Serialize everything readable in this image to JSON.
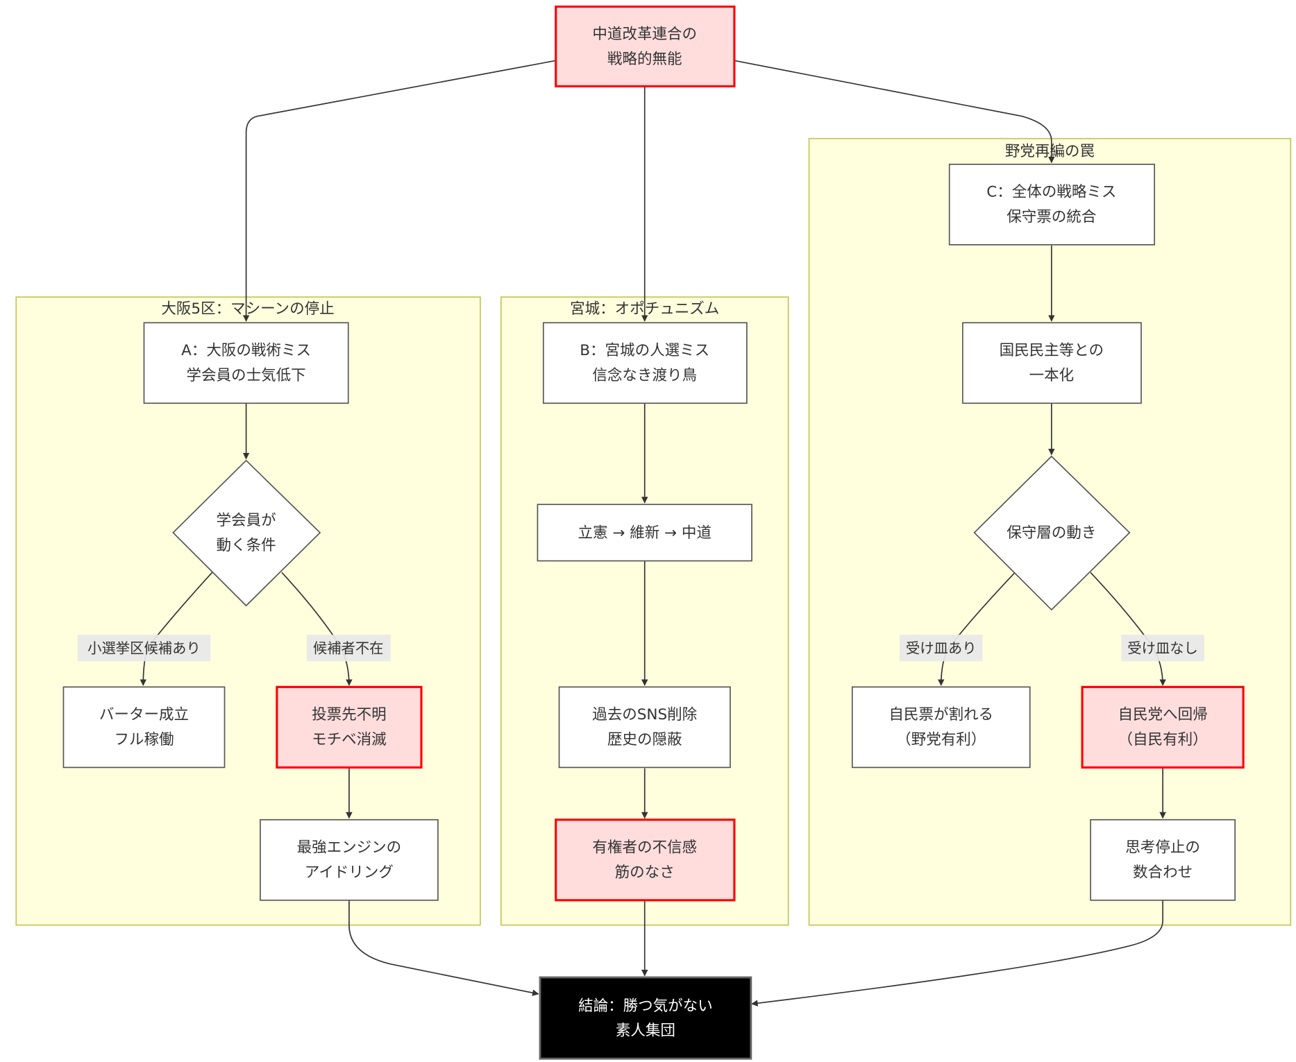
{
  "diagram": {
    "type": "flowchart",
    "colors": {
      "cluster_fill": "#ffffde",
      "cluster_stroke": "#c3c35c",
      "alert_fill": "#ffdddd",
      "alert_stroke": "#ff0000",
      "conclusion_fill": "#000000",
      "conclusion_text": "#ffffff",
      "edge_label_bg": "#e8e8e8"
    },
    "clusters": {
      "osaka": {
        "title": "大阪5区：マシーンの停止"
      },
      "miyagi": {
        "title": "宮城：オポチュニズム"
      },
      "realign": {
        "title": "野党再編の罠"
      }
    },
    "nodes": {
      "root": {
        "lines": [
          "中道改革連合の",
          "戦略的無能"
        ],
        "style": "alert"
      },
      "a": {
        "lines": [
          "A：大阪の戦術ミス",
          "学会員の士気低下"
        ],
        "style": "default"
      },
      "a_decision": {
        "lines": [
          "学会員が",
          "動く条件"
        ],
        "shape": "diamond"
      },
      "a_yes": {
        "lines": [
          "バーター成立",
          "フル稼働"
        ],
        "style": "default"
      },
      "a_no": {
        "lines": [
          "投票先不明",
          "モチベ消滅"
        ],
        "style": "alert"
      },
      "a_idle": {
        "lines": [
          "最強エンジンの",
          "アイドリング"
        ],
        "style": "default"
      },
      "b": {
        "lines": [
          "B：宮城の人選ミス",
          "信念なき渡り鳥"
        ],
        "style": "default"
      },
      "b_path": {
        "lines": [
          "立憲 → 維新 → 中道"
        ],
        "style": "default"
      },
      "b_sns": {
        "lines": [
          "過去のSNS削除",
          "歴史の隠蔽"
        ],
        "style": "default"
      },
      "b_distrust": {
        "lines": [
          "有権者の不信感",
          "筋のなさ"
        ],
        "style": "alert"
      },
      "c": {
        "lines": [
          "C：全体の戦略ミス",
          "保守票の統合"
        ],
        "style": "default"
      },
      "c_unify": {
        "lines": [
          "国民民主等との",
          "一本化"
        ],
        "style": "default"
      },
      "c_decision": {
        "lines": [
          "保守層の動き"
        ],
        "shape": "diamond"
      },
      "c_yes": {
        "lines": [
          "自民票が割れる",
          "（野党有利）"
        ],
        "style": "default"
      },
      "c_no": {
        "lines": [
          "自民党へ回帰",
          "（自民有利）"
        ],
        "style": "alert"
      },
      "c_stop": {
        "lines": [
          "思考停止の",
          "数合わせ"
        ],
        "style": "default"
      },
      "conclusion": {
        "lines": [
          "結論：勝つ気がない",
          "素人集団"
        ],
        "style": "conclusion"
      }
    },
    "edge_labels": {
      "a_yes": "小選挙区候補あり",
      "a_no": "候補者不在",
      "c_yes": "受け皿あり",
      "c_no": "受け皿なし"
    },
    "edges": [
      [
        "root",
        "a"
      ],
      [
        "root",
        "b"
      ],
      [
        "root",
        "c"
      ],
      [
        "a",
        "a_decision"
      ],
      [
        "a_decision",
        "a_yes"
      ],
      [
        "a_decision",
        "a_no"
      ],
      [
        "a_no",
        "a_idle"
      ],
      [
        "b",
        "b_path"
      ],
      [
        "b_path",
        "b_sns"
      ],
      [
        "b_sns",
        "b_distrust"
      ],
      [
        "c",
        "c_unify"
      ],
      [
        "c_unify",
        "c_decision"
      ],
      [
        "c_decision",
        "c_yes"
      ],
      [
        "c_decision",
        "c_no"
      ],
      [
        "c_no",
        "c_stop"
      ],
      [
        "a_idle",
        "conclusion"
      ],
      [
        "b_distrust",
        "conclusion"
      ],
      [
        "c_stop",
        "conclusion"
      ]
    ]
  }
}
